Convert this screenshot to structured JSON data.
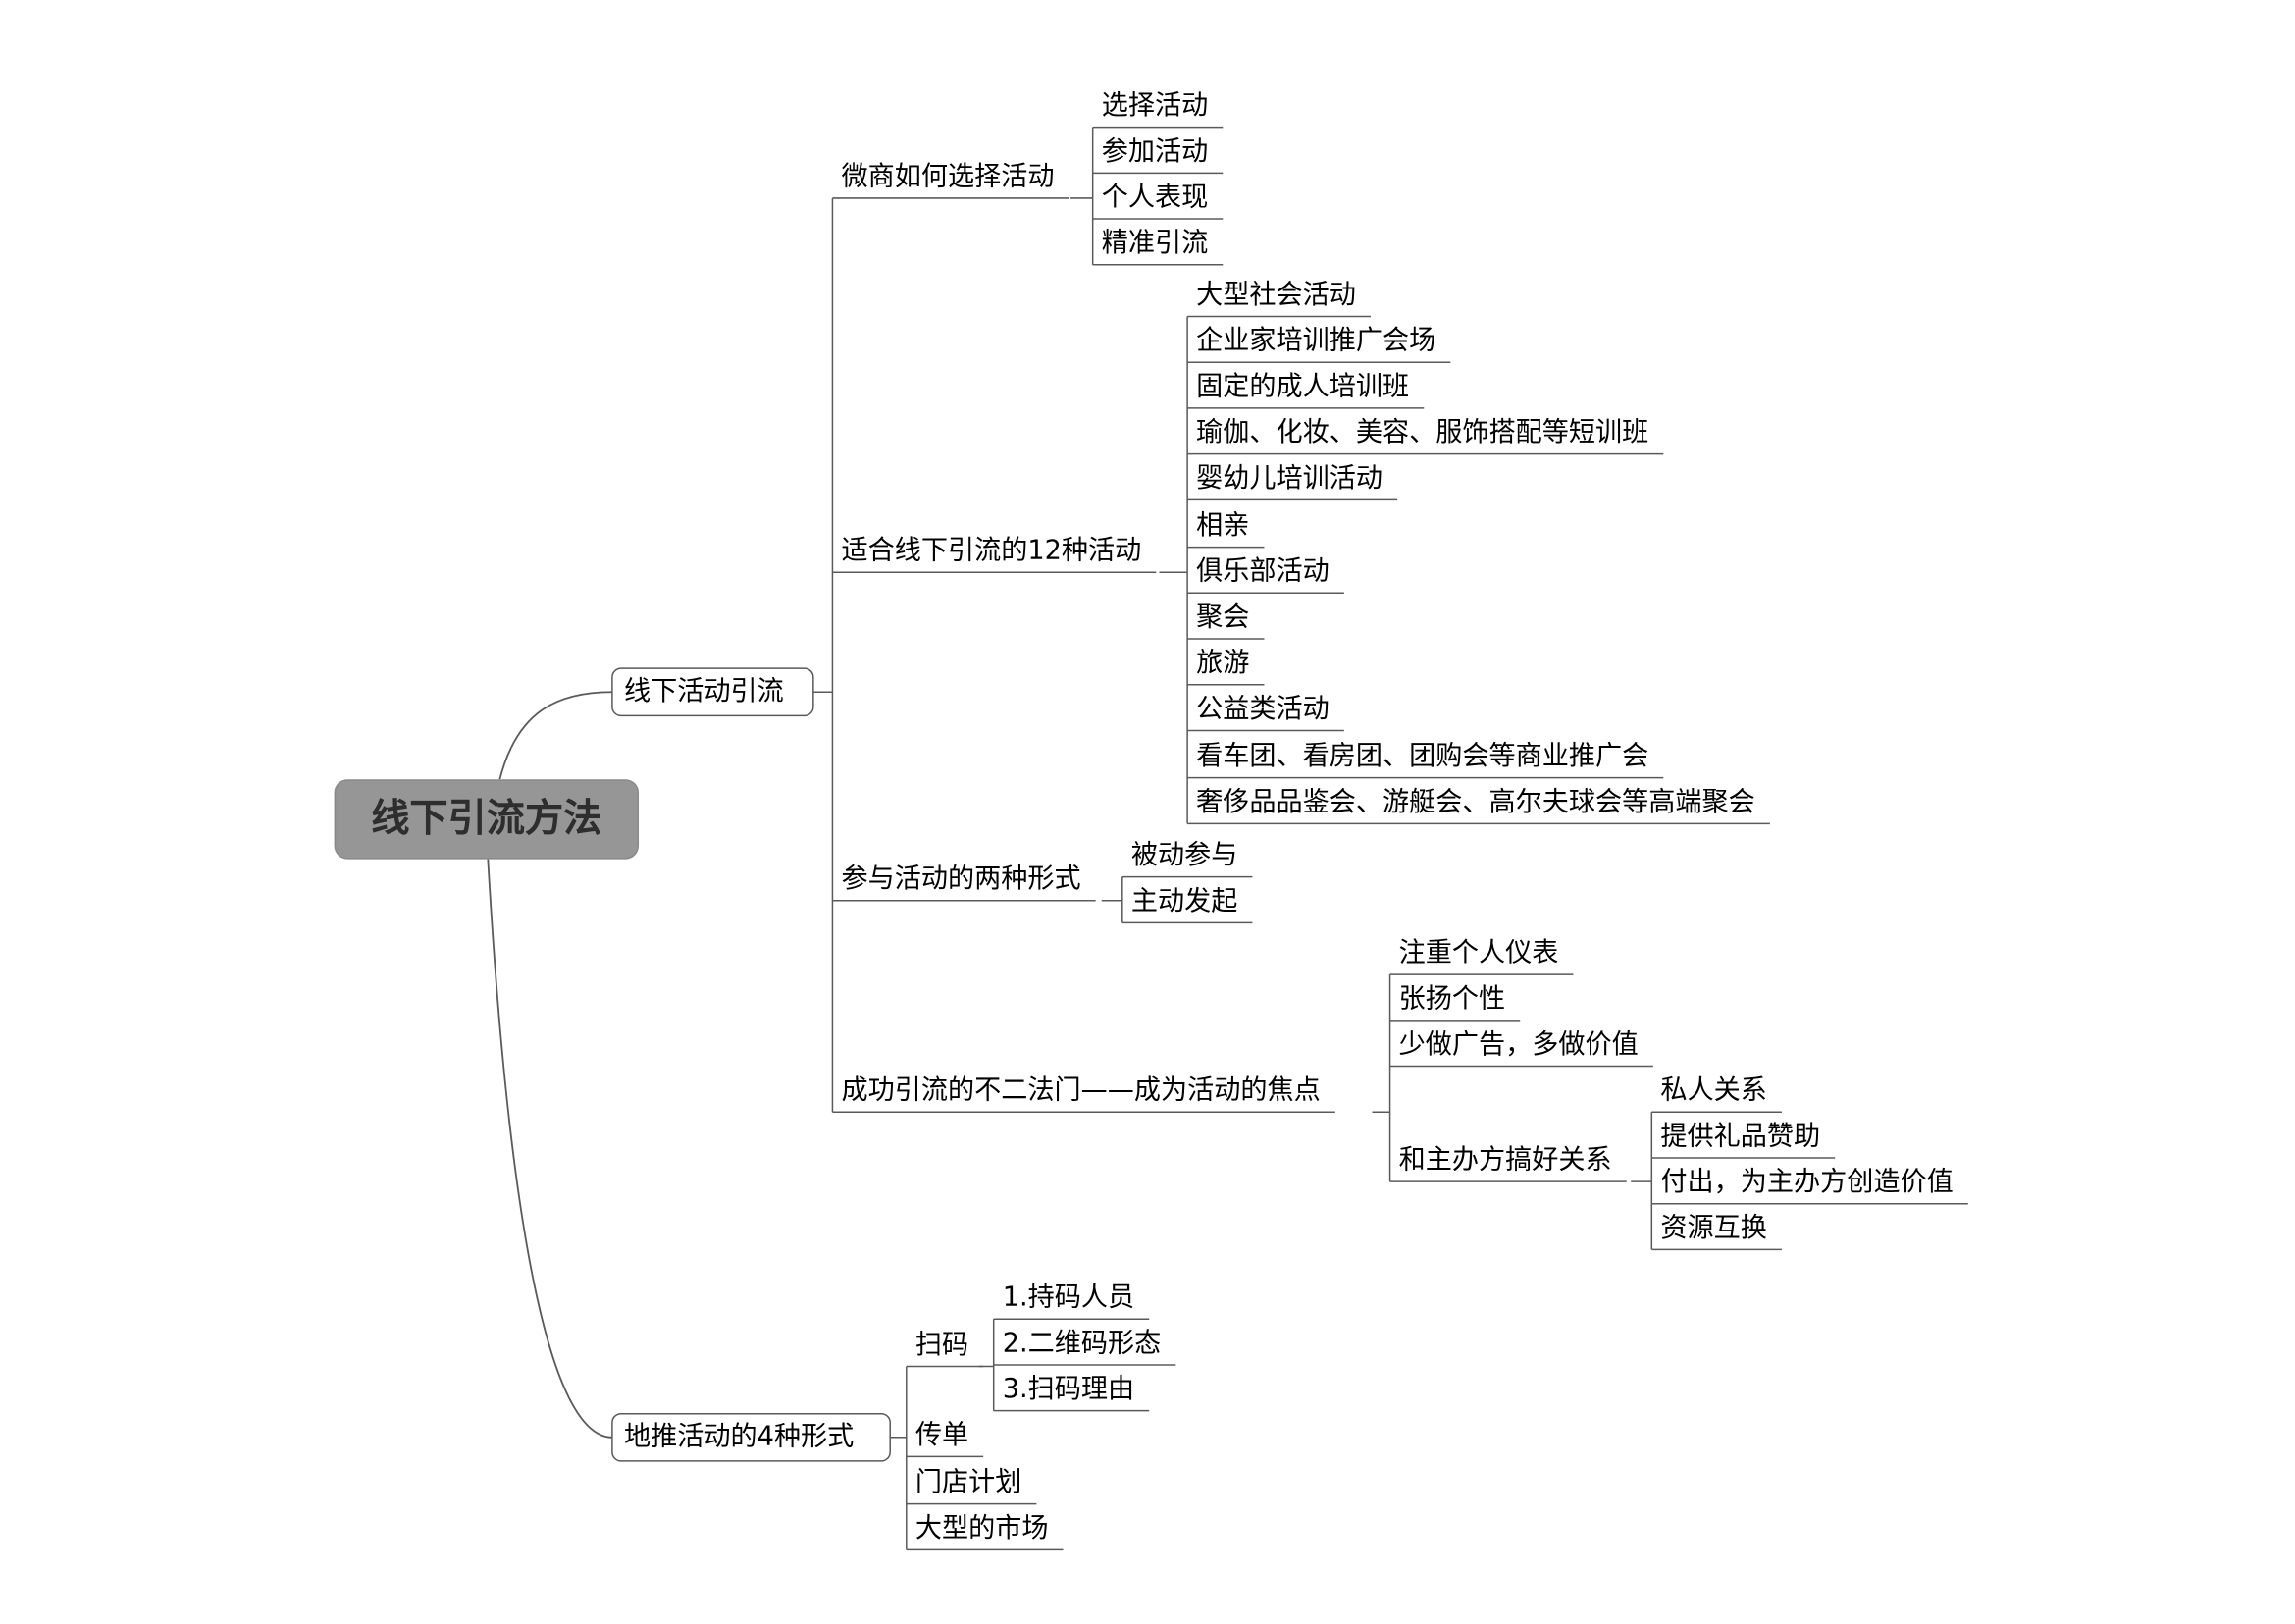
{
  "root": "线下引流方法",
  "b1": {
    "label": "线下活动引流",
    "g1": {
      "label": "微商如何选择活动",
      "items": [
        "选择活动",
        "参加活动",
        "个人表现",
        "精准引流"
      ]
    },
    "g2": {
      "label": "适合线下引流的12种活动",
      "items": [
        "大型社会活动",
        "企业家培训推广会场",
        "固定的成人培训班",
        "瑜伽、化妆、美容、服饰搭配等短训班",
        "婴幼儿培训活动",
        "相亲",
        "俱乐部活动",
        "聚会",
        "旅游",
        "公益类活动",
        "看车团、看房团、团购会等商业推广会",
        "奢侈品品鉴会、游艇会、高尔夫球会等高端聚会"
      ]
    },
    "g3": {
      "label": "参与活动的两种形式",
      "items": [
        "被动参与",
        "主动发起"
      ]
    },
    "g4": {
      "label": "成功引流的不二法门——成为活动的焦点",
      "items": [
        "注重个人仪表",
        "张扬个性",
        "少做广告，多做价值"
      ],
      "sub": {
        "label": "和主办方搞好关系",
        "items": [
          "私人关系",
          "提供礼品赞助",
          "付出，为主办方创造价值",
          "资源互换"
        ]
      }
    }
  },
  "b2": {
    "label": "地推活动的4种形式",
    "scan": {
      "label": "扫码",
      "items": [
        "1.持码人员",
        "2.二维码形态",
        "3.扫码理由"
      ]
    },
    "items": [
      "传单",
      "门店计划",
      "大型的市场"
    ]
  }
}
